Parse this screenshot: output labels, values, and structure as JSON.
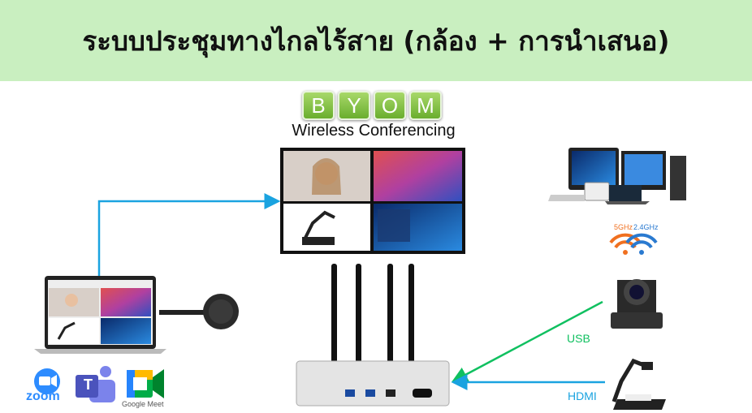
{
  "title": "ระบบประชุมทางไกลไร้สาย (กล้อง + การนำเสนอ)",
  "logo": {
    "letters": [
      "B",
      "Y",
      "O",
      "M"
    ]
  },
  "subtitle": "Wireless Conferencing",
  "wifi": {
    "band1": "5GHz",
    "band2": "2.4GHz"
  },
  "connections": {
    "usb": "USB",
    "hdmi": "HDMI"
  },
  "apps": {
    "zoom": "zoom",
    "meet": "Google Meet",
    "teams": "T"
  },
  "colors": {
    "band": "#c9efc0",
    "blue": "#1aa3e0",
    "green": "#10c060",
    "orange": "#f07020",
    "wifiblue": "#2a7ad0"
  }
}
